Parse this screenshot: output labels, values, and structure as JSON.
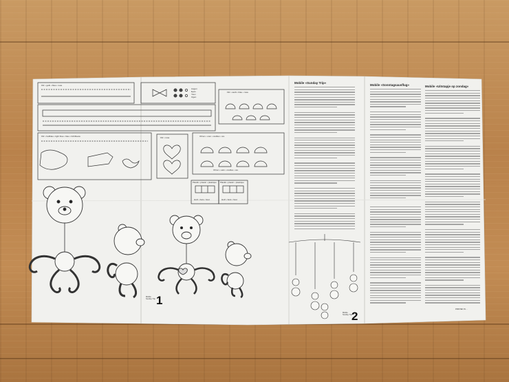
{
  "scene": {
    "description_colors": {
      "paper": "#f1f1ee",
      "ink": "#2a2a2a",
      "wood": "#bd8750"
    }
  },
  "sheet": {
    "strip_labels": {
      "top_strip": "Filz • gelb • blau • rosa",
      "felt_colors": "Filz • weiß • blau • rosa",
      "bow_strip": "Filz • hellblau • light blue • bleu • lichtblauw",
      "hearts": "Filz • rosa",
      "ears_top": "Ohren • oren • oreilles • ore",
      "ears_bottom": "Ohren • ears • oreilles • ore"
    },
    "legend_items": [
      "Augen",
      "Eyes",
      "Yeux",
      "Ogen"
    ],
    "piece_labels": {
      "plastic_a": "Plastik • plastic • plastique",
      "plastic_b": "Plastik • plastic • plastique",
      "plastic_a_note": "Holz • bois • hout",
      "plastic_b_note": "Holz • bois • hout"
    },
    "step_numbers": [
      "1",
      "2"
    ],
    "step_captions": [
      "Mobile Sunday Trip",
      "Mobile Sunday Trip"
    ],
    "columns": [
      {
        "title": "Mobile «Sunday Trip»"
      },
      {
        "title": "Mobile «Sonntagsausflug»"
      },
      {
        "title": "Mobile «Uitstapje op zondag»"
      }
    ],
    "corner_note": [
      "PRINTED IN ..."
    ]
  }
}
